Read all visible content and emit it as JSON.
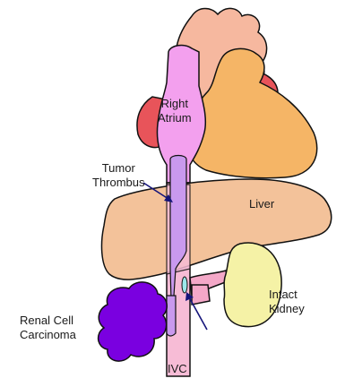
{
  "labels": {
    "right_atrium": [
      "Right",
      "Atrium"
    ],
    "tumor_thrombus": [
      "Tumor",
      "Thrombus"
    ],
    "liver": "Liver",
    "intact_kidney": [
      "Intact",
      "Kidney"
    ],
    "renal_cell_carcinoma": [
      "Renal Cell",
      "Carcinoma"
    ],
    "ivc": "IVC"
  },
  "colors": {
    "heart_top": "#f6b89f",
    "left_heart": "#f5b566",
    "red_atrium": "#e8545a",
    "right_atrium": "#f3a0ee",
    "ivc": "#f7bcd6",
    "thrombus": "#c999ee",
    "liver": "#f3c29a",
    "kidney": "#f5f2a6",
    "renal_vein": "#f4a8c8",
    "carcinoma": "#7a00e0",
    "arrow": "#14147a",
    "outline": "#111111"
  }
}
